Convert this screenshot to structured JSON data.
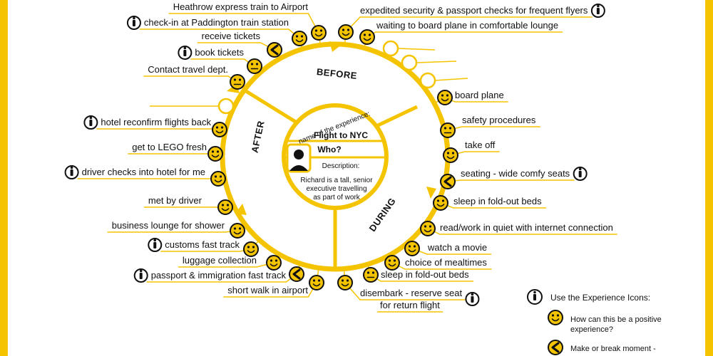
{
  "center": {
    "name_prompt": "name of the experience:",
    "title": "Flight to NYC",
    "who_label": "Who?",
    "description_label": "Description:",
    "description_lines": [
      "Richard is a tall, senior",
      "executive travelling",
      "as part of work"
    ]
  },
  "phases": {
    "before": "BEFORE",
    "during": "DURING",
    "after": "AFTER"
  },
  "steps": [
    {
      "text": "Heathrow express train to Airport",
      "icon": "smile",
      "info": false
    },
    {
      "text": "check-in at Paddington train station",
      "icon": "smile",
      "info": true
    },
    {
      "text": "receive tickets",
      "icon": "make-or-break",
      "info": false
    },
    {
      "text": "book tickets",
      "icon": "neutral",
      "info": true
    },
    {
      "text": "Contact travel dept.",
      "icon": "neutral",
      "info": false
    },
    {
      "text": "expedited security & passport checks for frequent flyers",
      "icon": "smile",
      "info": true
    },
    {
      "text": "waiting to board plane in comfortable lounge",
      "icon": "smile",
      "info": false
    },
    {
      "text": "board plane",
      "icon": "smile",
      "info": false
    },
    {
      "text": "safety procedures",
      "icon": "neutral",
      "info": false
    },
    {
      "text": "take off",
      "icon": "smile",
      "info": false
    },
    {
      "text": "seating - wide comfy seats",
      "icon": "make-or-break",
      "info": true
    },
    {
      "text": "sleep in fold-out beds",
      "icon": "smile",
      "info": false
    },
    {
      "text": "read/work in quiet with internet connection",
      "icon": "smile",
      "info": false
    },
    {
      "text": "watch a movie",
      "icon": "smile",
      "info": false
    },
    {
      "text": "choice of mealtimes",
      "icon": "smile",
      "info": false
    },
    {
      "text": "sleep in fold-out beds",
      "icon": "neutral",
      "info": false
    },
    {
      "text": "disembark - reserve seat",
      "icon": "smile",
      "info": true
    },
    {
      "text": "for return flight",
      "icon": "none",
      "info": false
    },
    {
      "text": "hotel reconfirm flights back",
      "icon": "smile",
      "info": true
    },
    {
      "text": "get to LEGO fresh",
      "icon": "smile",
      "info": false
    },
    {
      "text": "driver checks into hotel for me",
      "icon": "smile",
      "info": true
    },
    {
      "text": "met by driver",
      "icon": "smile",
      "info": false
    },
    {
      "text": "business lounge for shower",
      "icon": "smile",
      "info": false
    },
    {
      "text": "customs fast track",
      "icon": "smile",
      "info": true
    },
    {
      "text": "luggage collection",
      "icon": "smile",
      "info": false
    },
    {
      "text": "passport & immigration fast track",
      "icon": "make-or-break",
      "info": true
    },
    {
      "text": "short walk in airport",
      "icon": "smile",
      "info": false
    }
  ],
  "legend": {
    "title": "Use the Experience Icons:",
    "positive_lines": [
      "How can this be a positive",
      "experience?"
    ],
    "make_break_lines": [
      "Make or break moment -"
    ]
  },
  "colors": {
    "accent": "#f5c400",
    "ink": "#111111",
    "face": "#f5c400"
  }
}
